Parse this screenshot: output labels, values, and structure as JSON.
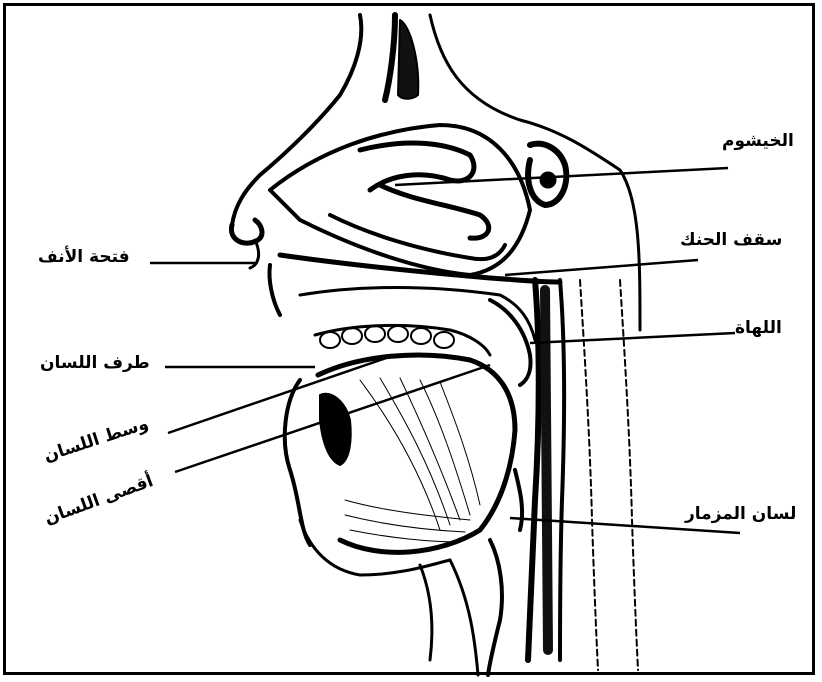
{
  "labels": {
    "nasal_cavity": "الخيشوم",
    "palate": "سقف الحنك",
    "uvula": "اللهاة",
    "epiglottis": "لسان المزمار",
    "nostril": "فتحة الأنف",
    "tongue_tip": "طرف اللسان",
    "tongue_middle": "وسط اللسان",
    "tongue_back": "أقصى اللسان"
  }
}
